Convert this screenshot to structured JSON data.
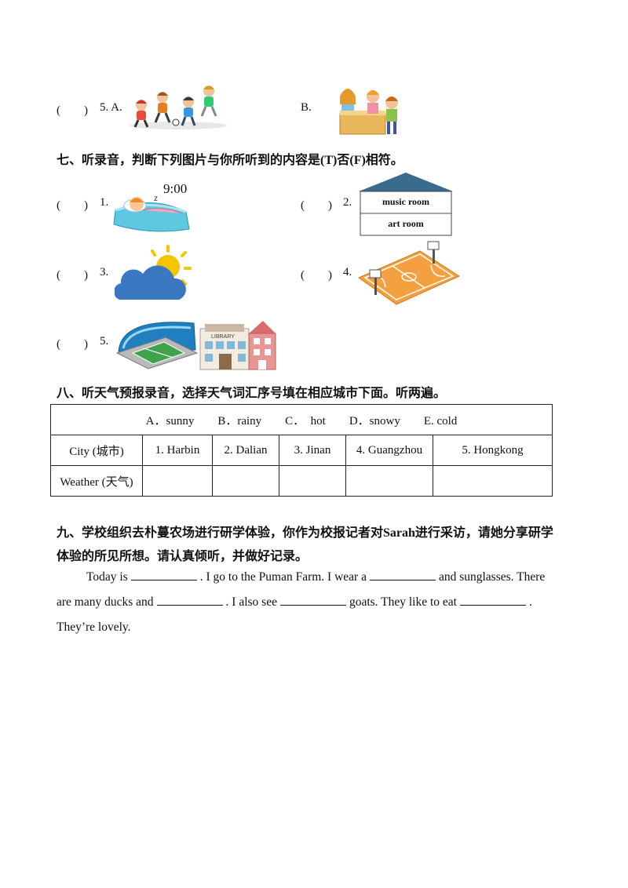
{
  "q5_row": {
    "paren": "(　　)",
    "num": "5. A.",
    "b_label": "B."
  },
  "section7": {
    "heading_part1": "七、听录音，判断下列图片与你所听到的内容是",
    "heading_t": "(T)",
    "heading_mid": "否",
    "heading_f": "(F)",
    "heading_end": "相符。",
    "items": [
      {
        "paren": "(　　)",
        "num": "1."
      },
      {
        "paren": "(　　)",
        "num": "2."
      },
      {
        "paren": "(　　)",
        "num": "3."
      },
      {
        "paren": "(　　)",
        "num": "4."
      },
      {
        "paren": "(　　)",
        "num": "5."
      }
    ],
    "clock_text": "9:00",
    "sleep_zzz": "z",
    "house_room1": "music room",
    "house_room2": "art room",
    "library_sign": "LIBRARY"
  },
  "section8": {
    "heading": "八、听天气预报录音，选择天气词汇序号填在相应城市下面。听两遍。",
    "options": "A．sunny　　B．rainy　　C．　hot　　D．snowy　　E. cold",
    "row_city_label": "City (城市)",
    "cities": [
      "1. Harbin",
      "2. Dalian",
      "3. Jinan",
      "4. Guangzhou",
      "5. Hongkong"
    ],
    "row_weather_label": "Weather (天气)"
  },
  "section9": {
    "heading_line1_a": "九、学校组织去朴蔓农场进行研学体验，你作为校报记者对",
    "heading_line1_name": "Sarah",
    "heading_line1_b": "进行采访，请她分享研学",
    "heading_line2": "体验的所见所想。请认真倾听，并做好记录。",
    "p1_a": "Today is",
    "p1_b": ". I go to the Puman Farm. I wear a",
    "p1_c": "and sunglasses. There",
    "p2_a": "are many ducks and",
    "p2_b": ". I also see",
    "p2_c": "goats. They like to eat",
    "p2_d": ".",
    "p3": "They’re lovely."
  }
}
